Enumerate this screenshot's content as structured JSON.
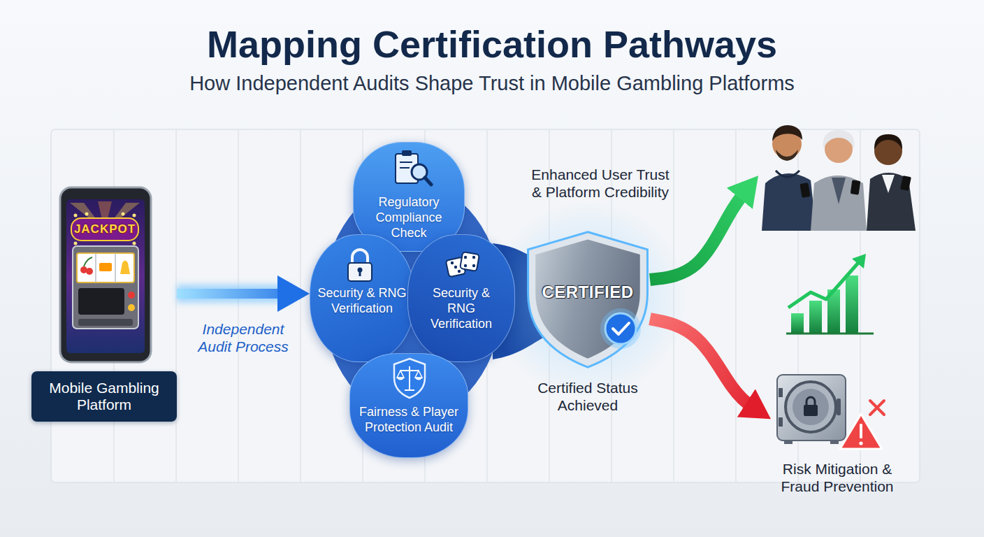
{
  "diagram": {
    "title": "Mapping Certification Pathways",
    "nodes": [
      {
        "text": [
          "Mobile Gambling Platform"
        ]
      },
      {
        "text": [
          "Regulatory Compliance Check"
        ]
      },
      {
        "text": [
          "Security & RNG Verification"
        ]
      },
      {
        "text": [
          "Security & RNG Verification"
        ]
      },
      {
        "text": [
          "Fairness & Player Protection Audit"
        ]
      },
      {
        "text": [
          "CERTIFIED",
          "Certified Status Achieved"
        ]
      },
      {
        "text": [
          "Enhanced User Trust & Platform Credibility"
        ]
      },
      {
        "text": [
          "Risk Mitigation & Fraud Prevention"
        ]
      }
    ],
    "edges": [
      {
        "from": 0,
        "to": 2,
        "arrow": "to",
        "label": "Independent Audit Process"
      },
      {
        "from": 5,
        "to": 6,
        "arrow": "to"
      },
      {
        "from": 5,
        "to": 7,
        "arrow": "to"
      }
    ],
    "labels": [
      "How Independent Audits Shape Trust in Mobile Gambling Platforms",
      "JACKPOT"
    ]
  }
}
